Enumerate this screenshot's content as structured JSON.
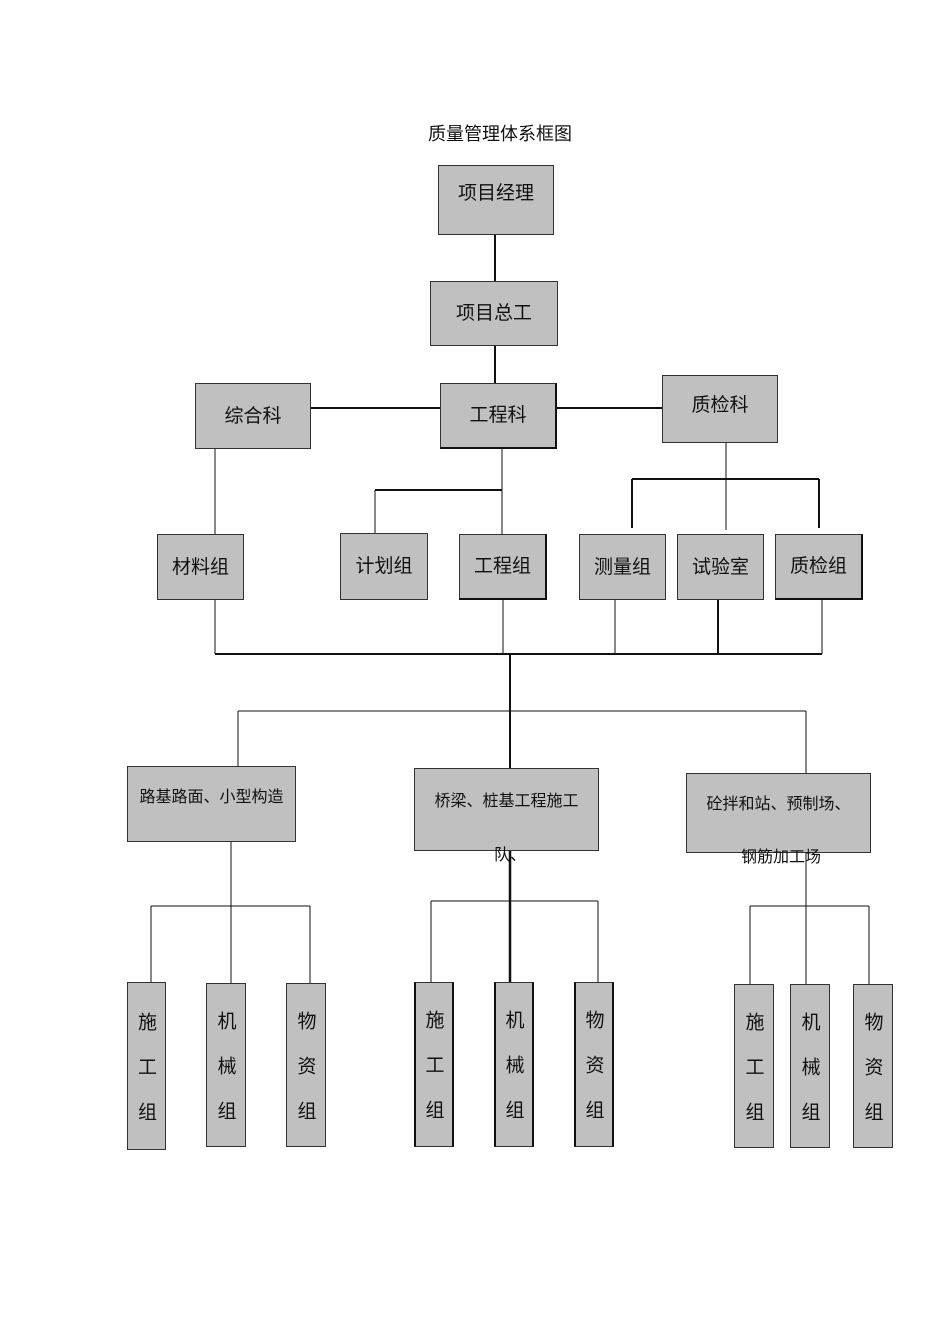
{
  "title": "质量管理体系框图",
  "nodes": {
    "project_manager": "项目经理",
    "chief_engineer": "项目总工",
    "general_dept": "综合科",
    "engineering_dept": "工程科",
    "quality_dept": "质检科",
    "materials_group": "材料组",
    "planning_group": "计划组",
    "engineering_group": "工程组",
    "survey_group": "测量组",
    "lab": "试验室",
    "inspection_group": "质检组",
    "team_road": "路基路面、小型构造",
    "team_bridge_line1": "桥梁、桩基工程施工",
    "team_bridge_line2": "队、",
    "team_plant_line1": "砼拌和站、预制场、",
    "team_plant_line2": "钢筋加工场",
    "sub_construction": "施工组",
    "sub_machinery": "机械组",
    "sub_materials": "物资组"
  }
}
